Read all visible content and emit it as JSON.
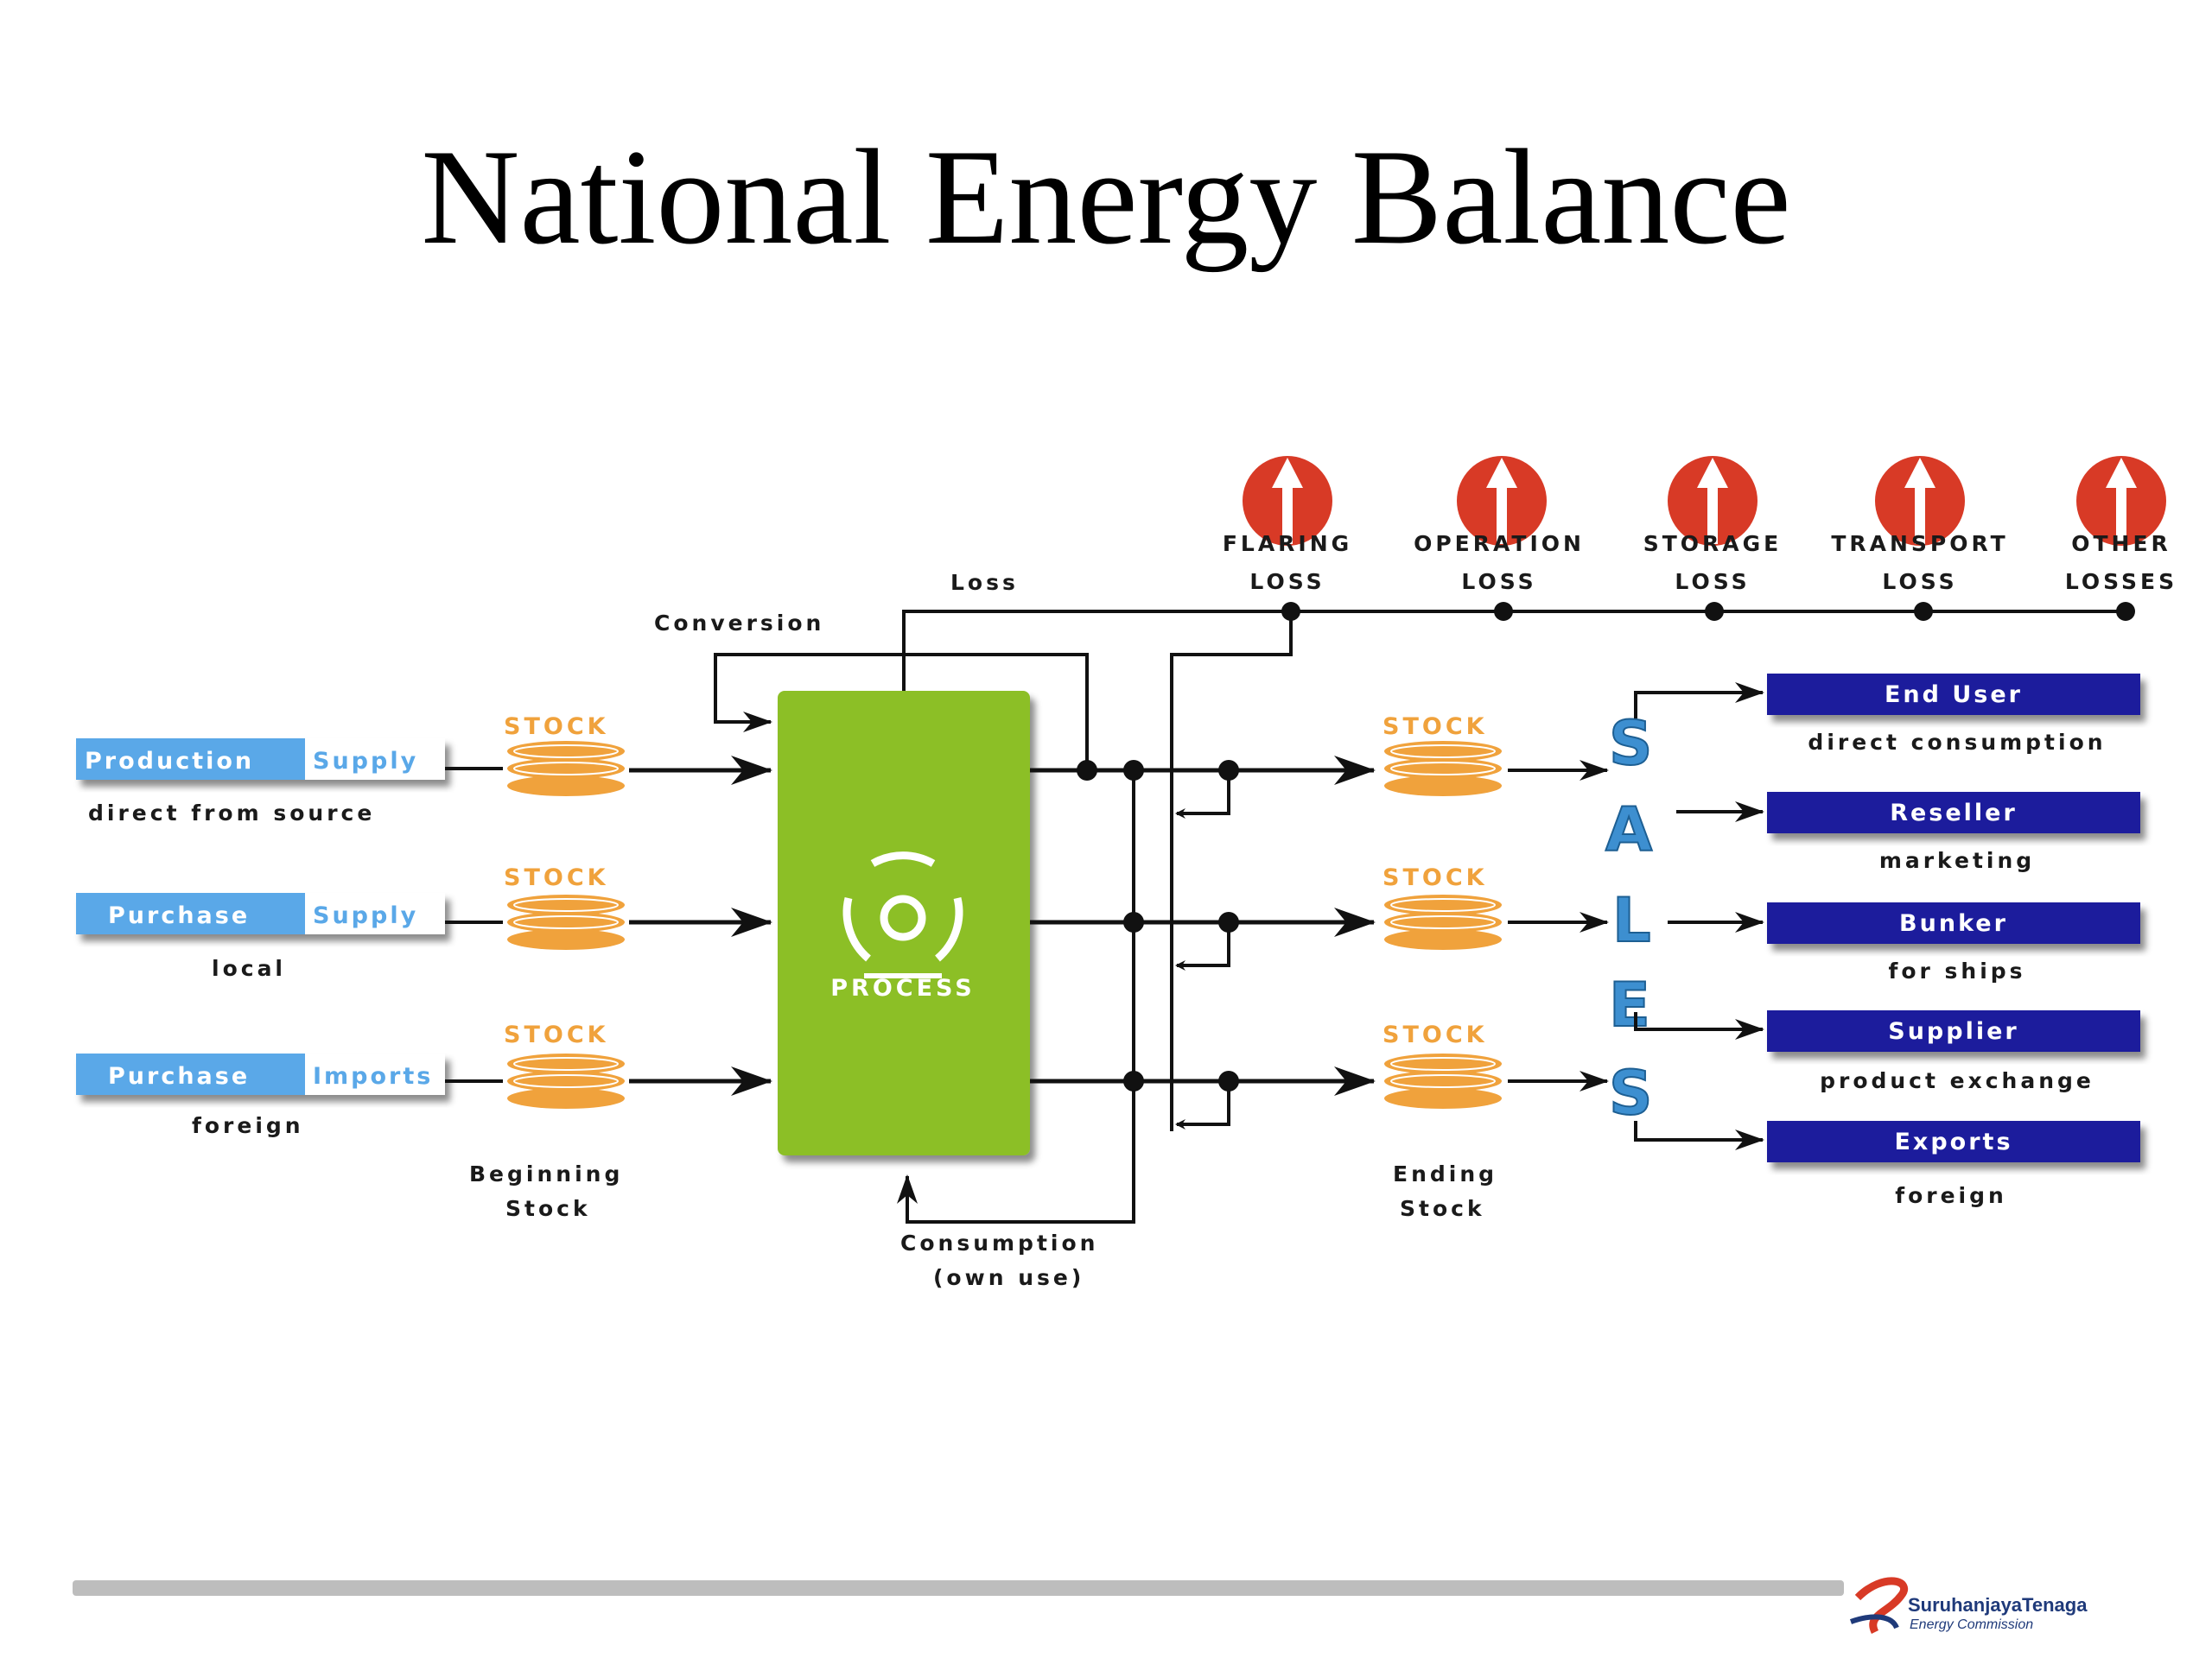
{
  "title": "National Energy Balance",
  "supply_boxes": [
    {
      "a": "Production",
      "b": "Supply",
      "sub": "direct from source"
    },
    {
      "a": "Purchase",
      "b": "Supply",
      "sub": "local"
    },
    {
      "a": "Purchase",
      "b": "Imports",
      "sub": "foreign"
    }
  ],
  "stock_label": "STOCK",
  "beginning_stock": [
    "Beginning",
    "Stock"
  ],
  "ending_stock": [
    "Ending",
    "Stock"
  ],
  "process_label": "PROCESS",
  "conversion_label": "Conversion",
  "loss_label": "Loss",
  "consumption_label": [
    "Consumption",
    "(own use)"
  ],
  "losses": [
    {
      "l1": "FLARING",
      "l2": "LOSS"
    },
    {
      "l1": "OPERATION",
      "l2": "LOSS"
    },
    {
      "l1": "STORAGE",
      "l2": "LOSS"
    },
    {
      "l1": "TRANSPORT",
      "l2": "LOSS"
    },
    {
      "l1": "OTHER",
      "l2": "LOSSES"
    }
  ],
  "sales_letters": [
    "S",
    "A",
    "L",
    "E",
    "S"
  ],
  "outputs": [
    {
      "label": "End User",
      "sub": "direct consumption"
    },
    {
      "label": "Reseller",
      "sub": "marketing"
    },
    {
      "label": "Bunker",
      "sub": "for ships"
    },
    {
      "label": "Supplier",
      "sub": "product exchange"
    },
    {
      "label": "Exports",
      "sub": "foreign"
    }
  ],
  "logo": {
    "name": "SuruhanjayaTenaga",
    "sub": "Energy Commission"
  },
  "colors": {
    "process": "#8cbf26",
    "output_box": "#1c1c9c",
    "supply_box": "#5aa8e8",
    "stock": "#f0a23c",
    "loss_icon": "#d83a26"
  }
}
